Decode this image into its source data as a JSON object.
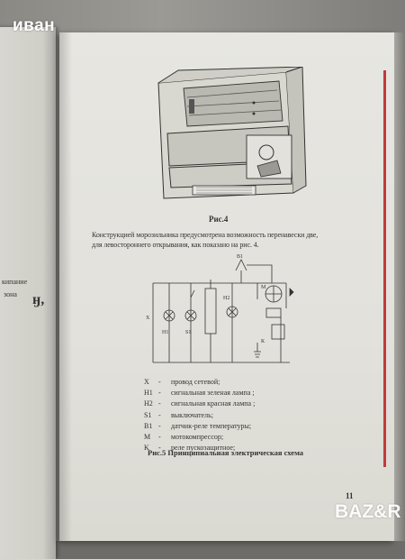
{
  "watermarks": {
    "top": "иван",
    "bottom": "BAZ&R"
  },
  "left_page": {
    "fragment_1": "кипание",
    "fragment_2": "зона",
    "fragment_3": "ӈ,"
  },
  "figure4": {
    "caption": "Рис.4"
  },
  "paragraph": {
    "line1": "Конструкцией морозильника предусмотрена возможность перенавески две,",
    "line2": "для левостороннего открывания, как показано на рис. 4."
  },
  "figure5": {
    "labels": {
      "b1": "В1",
      "h2": "Н2",
      "m": "М",
      "x": "X",
      "h1": "Н1",
      "s1": "S1",
      "k": "К"
    },
    "caption": "Рис.5   Принципиальная электрическая схема"
  },
  "legend": [
    {
      "symbol": "X",
      "dash": "-",
      "text": "провод сетевой;"
    },
    {
      "symbol": "H1",
      "dash": "-",
      "text": "сигнальная зеленая лампа ;"
    },
    {
      "symbol": "H2",
      "dash": "-",
      "text": "сигнальная красная лампа ;"
    },
    {
      "symbol": "S1",
      "dash": "-",
      "text": "выключатель;"
    },
    {
      "symbol": "B1",
      "dash": "-",
      "text": "датчик-реле температуры;"
    },
    {
      "symbol": "M",
      "dash": "-",
      "text": "мотокомпрессор;"
    },
    {
      "symbol": "K",
      "dash": "-",
      "text": "реле пускозащитное;"
    }
  ],
  "page_number": "11"
}
